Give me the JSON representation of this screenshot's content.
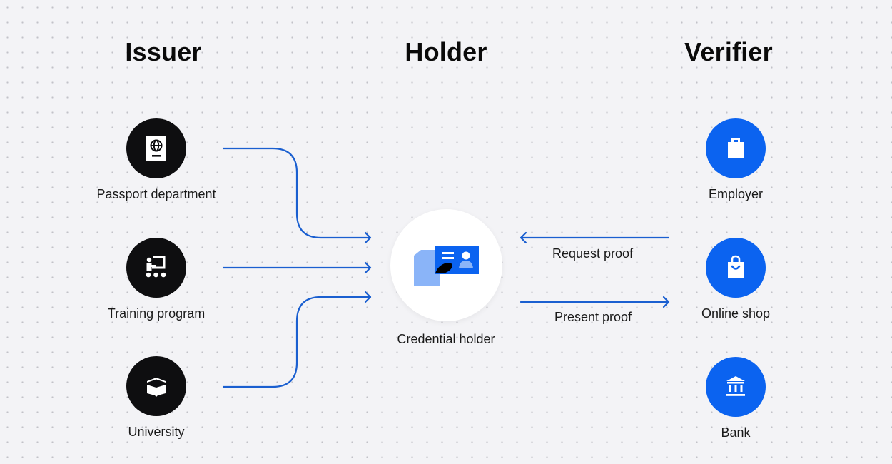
{
  "columns": {
    "issuer": "Issuer",
    "holder": "Holder",
    "verifier": "Verifier"
  },
  "issuers": [
    {
      "label": "Passport department",
      "icon": "passport-icon"
    },
    {
      "label": "Training program",
      "icon": "presentation-icon"
    },
    {
      "label": "University",
      "icon": "book-icon"
    }
  ],
  "holder": {
    "label": "Credential holder",
    "icon": "id-card-icon"
  },
  "verifiers": [
    {
      "label": "Employer",
      "icon": "briefcase-icon"
    },
    {
      "label": "Online shop",
      "icon": "shopping-bag-icon"
    },
    {
      "label": "Bank",
      "icon": "bank-icon"
    }
  ],
  "edges": {
    "request": "Request proof",
    "present": "Present proof"
  },
  "colors": {
    "background": "#f3f3f6",
    "issuer_circle": "#0e0e10",
    "verifier_circle": "#0b63f0",
    "arrow": "#1a5fd0",
    "card_blue": "#0b63f0",
    "card_light_blue": "#8ab4f8"
  }
}
